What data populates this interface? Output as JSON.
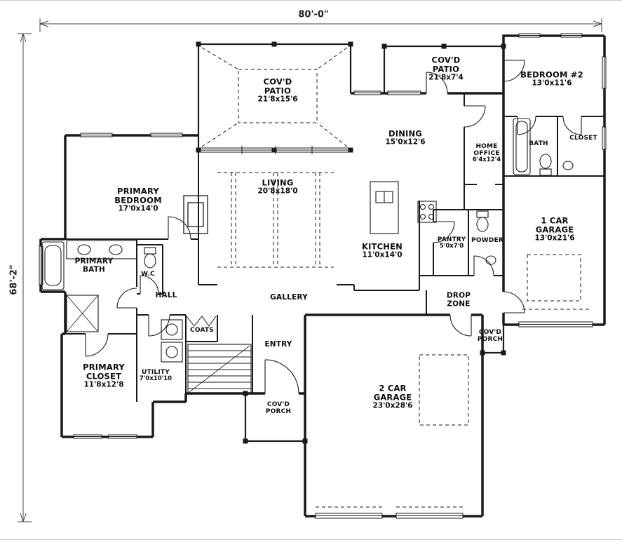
{
  "drawing": {
    "width_dim": "80'-0\"",
    "height_dim": "68'-2\""
  },
  "colors": {
    "line": "#1a1a1a",
    "background": "#ffffff"
  },
  "rooms": {
    "covd_patio_main": {
      "name": "COV'D\nPATIO",
      "dims": "21'8x15'6"
    },
    "covd_patio_right": {
      "name": "COV'D\nPATIO",
      "dims": "21'8x7'4"
    },
    "bedroom2": {
      "name": "BEDROOM #2",
      "dims": "13'0x11'6"
    },
    "dining": {
      "name": "DINING",
      "dims": "15'0x12'6"
    },
    "home_office": {
      "name": "HOME\nOFFICE",
      "dims": "6'4x12'4"
    },
    "bath": {
      "name": "BATH"
    },
    "closet": {
      "name": "CLOSET"
    },
    "primary_bedroom": {
      "name": "PRIMARY\nBEDROOM",
      "dims": "17'0x14'0"
    },
    "living": {
      "name": "LIVING",
      "dims": "20'8x18'0"
    },
    "kitchen": {
      "name": "KITCHEN",
      "dims": "11'0x14'0"
    },
    "pantry": {
      "name": "PANTRY",
      "dims": "5'0x7'0"
    },
    "powder": {
      "name": "POWDER"
    },
    "one_car_garage": {
      "name": "1 CAR\nGARAGE",
      "dims": "13'0x21'6"
    },
    "primary_bath": {
      "name": "PRIMARY\nBATH"
    },
    "wc": {
      "name": "W.C"
    },
    "hall": {
      "name": "HALL"
    },
    "gallery": {
      "name": "GALLERY"
    },
    "drop_zone": {
      "name": "DROP\nZONE"
    },
    "covd_porch_right": {
      "name": "COV'D\nPORCH"
    },
    "coats": {
      "name": "COATS"
    },
    "primary_closet": {
      "name": "PRIMARY\nCLOSET",
      "dims": "11'8x12'8"
    },
    "utility": {
      "name": "UTILITY",
      "dims": "7'0x10'10"
    },
    "entry": {
      "name": "ENTRY"
    },
    "covd_porch_bottom": {
      "name": "COV'D\nPORCH"
    },
    "two_car_garage": {
      "name": "2 CAR\nGARAGE",
      "dims": "23'0x28'6"
    }
  }
}
